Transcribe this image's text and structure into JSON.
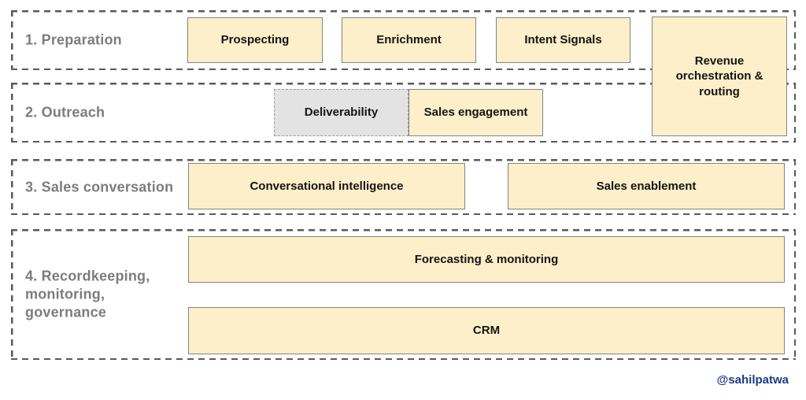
{
  "diagram": {
    "rows": [
      {
        "label": "1. Preparation",
        "boxes": [
          "Prospecting",
          "Enrichment",
          "Intent Signals"
        ]
      },
      {
        "label": "2. Outreach",
        "boxes": [
          "Deliverability",
          "Sales engagement"
        ]
      },
      {
        "label": "3. Sales conversation",
        "boxes": [
          "Conversational intelligence",
          "Sales enablement"
        ]
      },
      {
        "label": "4. Recordkeeping, monitoring, governance",
        "boxes": [
          "Forecasting & monitoring",
          "CRM"
        ]
      }
    ],
    "spanning_box": {
      "label": "Revenue orchestration & routing"
    },
    "attribution": "@sahilpatwa",
    "colors": {
      "box_fill": "#fcefc9",
      "box_border": "#848484",
      "muted_box_fill": "#e3e3e3",
      "dashed_row_border": "#5a5a5a",
      "stage_label_text": "#7c7c7c",
      "box_text": "#141414",
      "attribution_text": "#1e3a8a"
    }
  }
}
